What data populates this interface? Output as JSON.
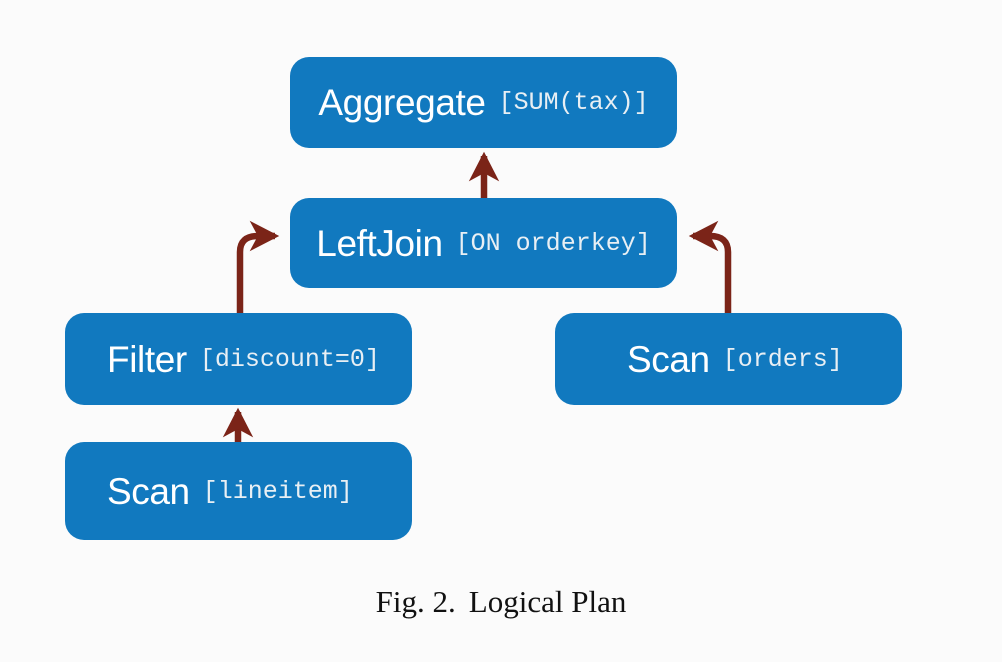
{
  "figure": {
    "caption_label": "Fig. 2.",
    "caption_title": "Logical Plan",
    "background_color": "#fbfbfb",
    "node_color": "#1179bf",
    "node_text_color": "#ffffff",
    "node_detail_color": "#e8eff4",
    "edge_color": "#7b2418"
  },
  "nodes": {
    "aggregate": {
      "name": "Aggregate",
      "detail": "[SUM(tax)]"
    },
    "leftjoin": {
      "name": "LeftJoin",
      "detail": "[ON orderkey]"
    },
    "filter": {
      "name": "Filter",
      "detail": "[discount=0]"
    },
    "scan_orders": {
      "name": "Scan",
      "detail": "[orders]"
    },
    "scan_lineitem": {
      "name": "Scan",
      "detail": "[lineitem]"
    }
  },
  "edges": [
    {
      "from": "leftjoin",
      "to": "aggregate",
      "shape": "straight-up"
    },
    {
      "from": "filter",
      "to": "leftjoin",
      "shape": "elbow-up-right"
    },
    {
      "from": "scan_orders",
      "to": "leftjoin",
      "shape": "elbow-up-left"
    },
    {
      "from": "scan_lineitem",
      "to": "filter",
      "shape": "straight-up"
    }
  ]
}
